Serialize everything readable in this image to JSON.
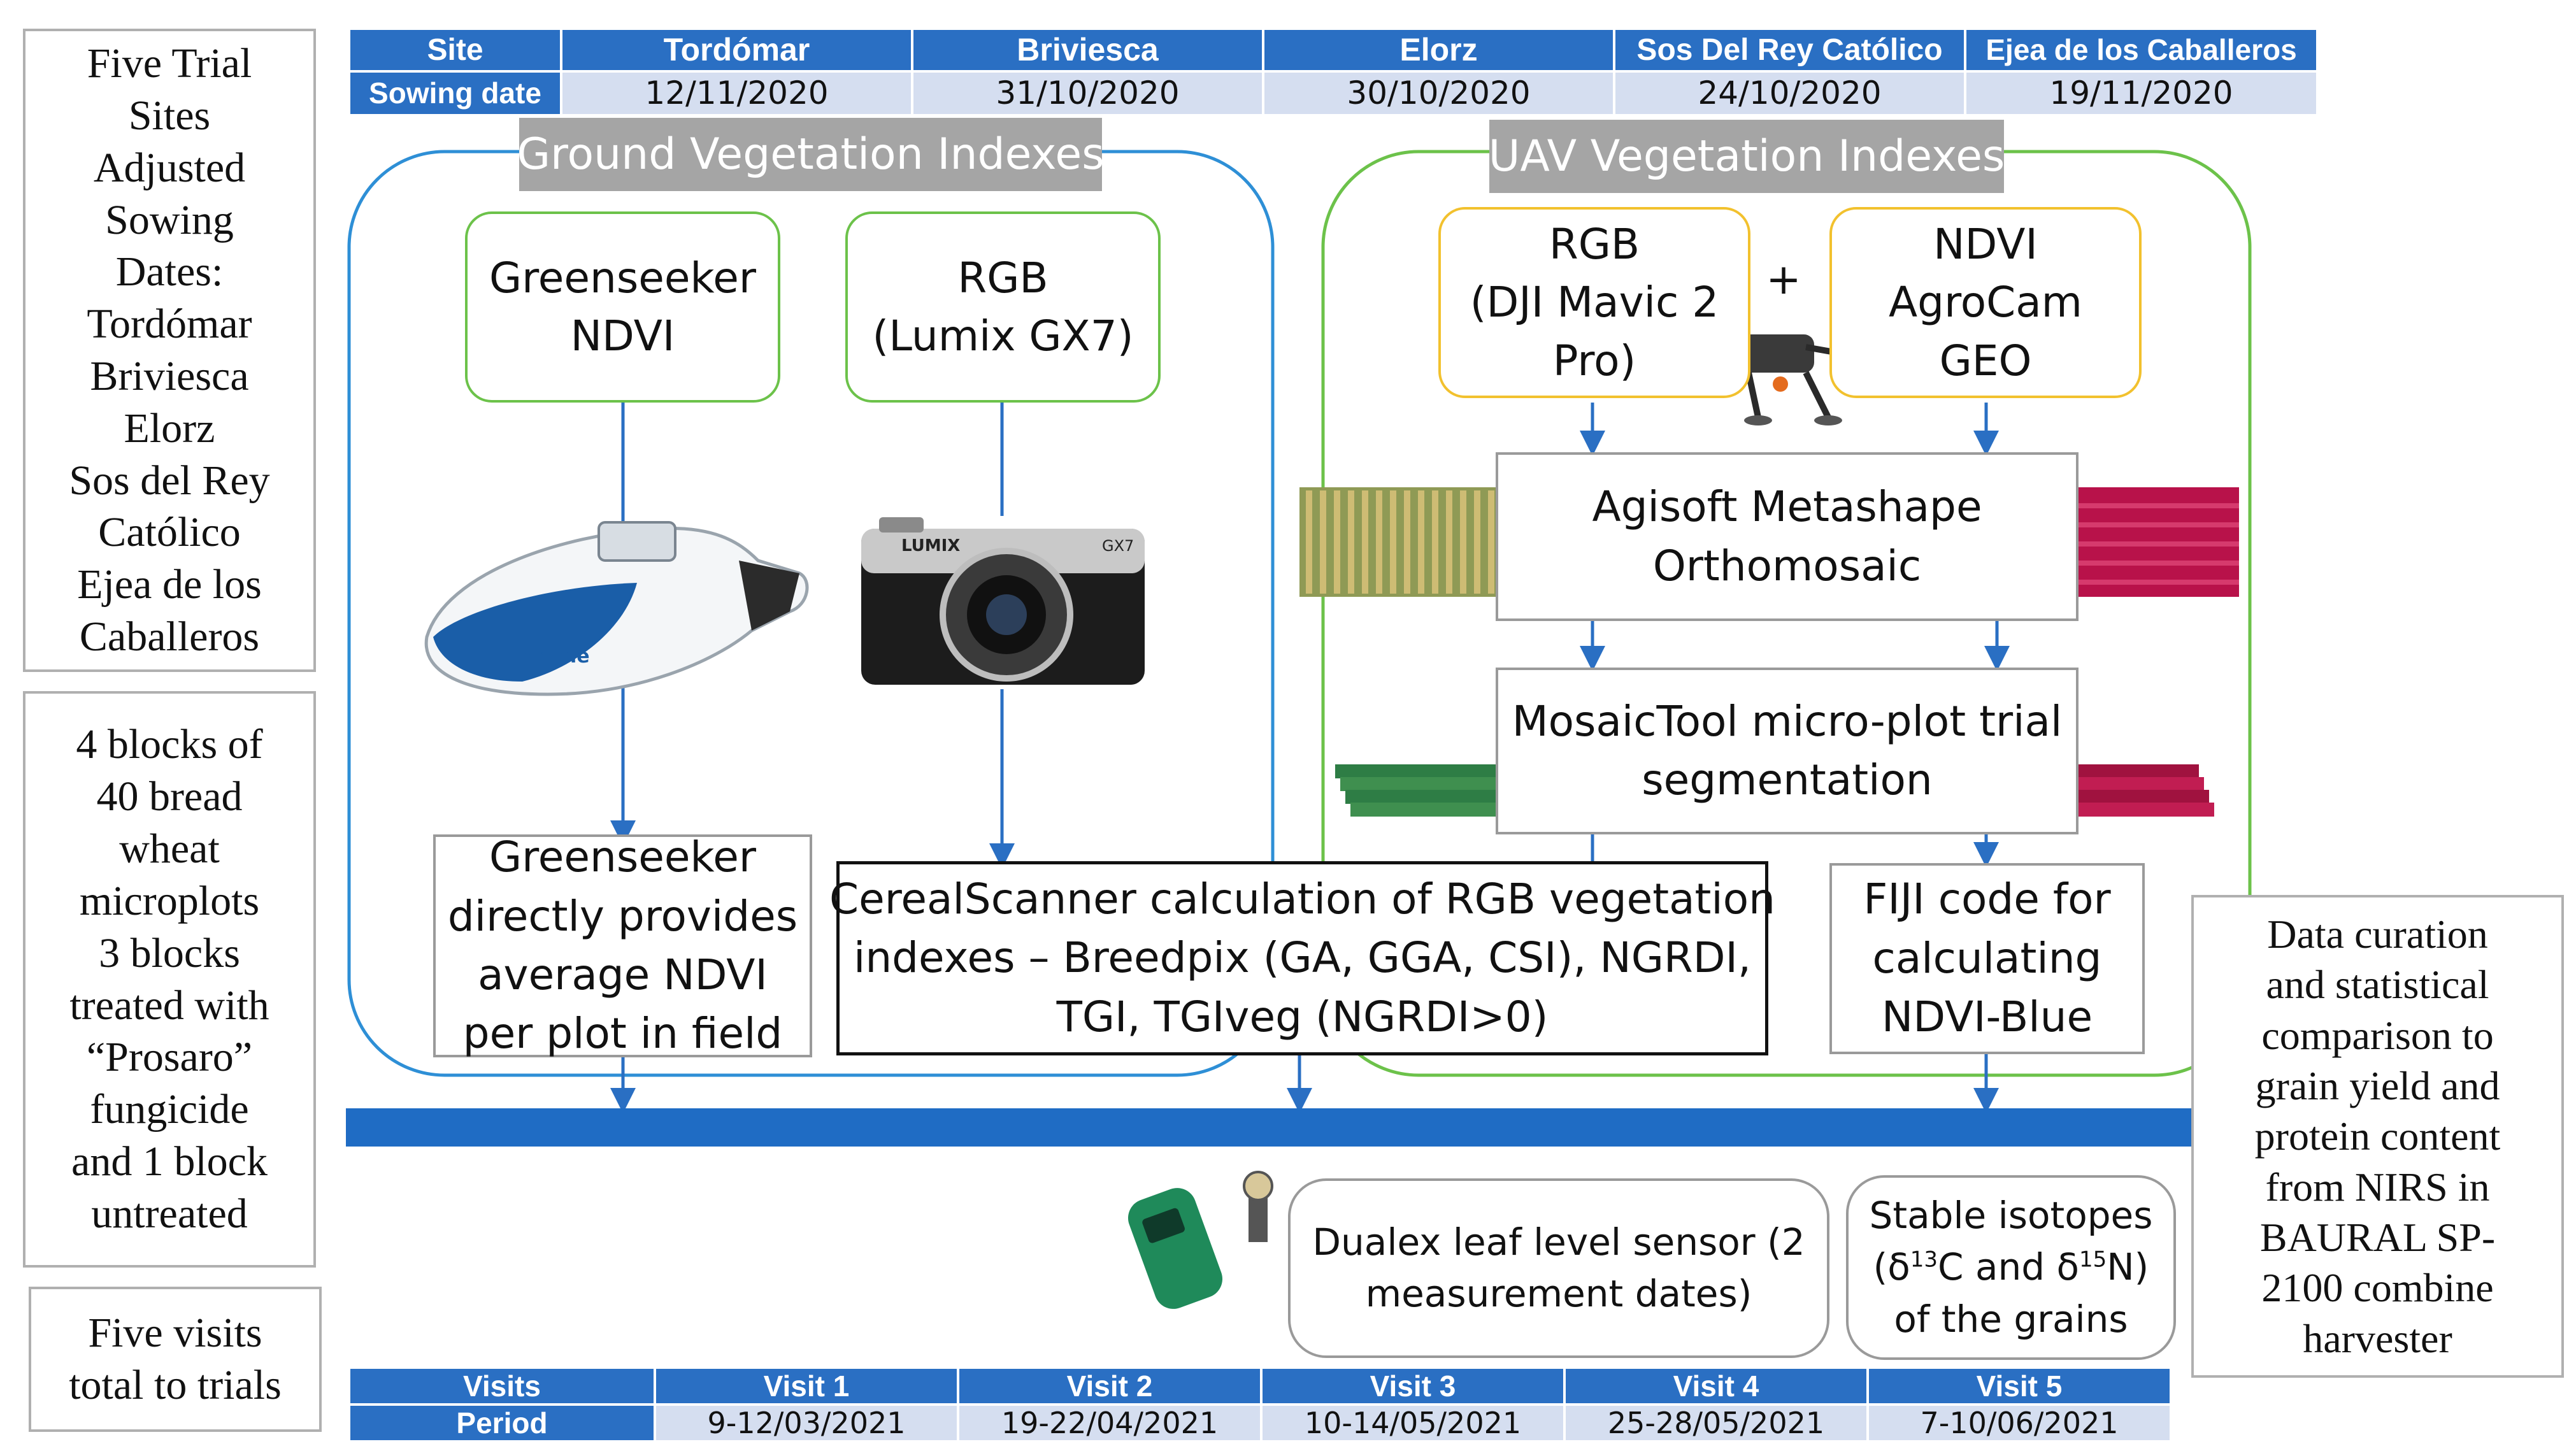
{
  "site_table": {
    "header_label": "Site",
    "date_label": "Sowing date",
    "sites": [
      "Tordómar",
      "Briviesca",
      "Elorz",
      "Sos Del Rey Católico",
      "Ejea de los Caballeros"
    ],
    "dates": [
      "12/11/2020",
      "31/10/2020",
      "30/10/2020",
      "24/10/2020",
      "19/11/2020"
    ]
  },
  "left_panels": {
    "sites_lines": [
      "Five Trial",
      "Sites",
      "Adjusted",
      "Sowing",
      "Dates:",
      "Tordómar",
      "Briviesca",
      "Elorz",
      "Sos del Rey",
      "Católico",
      "Ejea de los",
      "Caballeros"
    ],
    "blocks_lines": [
      "4 blocks of",
      "40 bread",
      "wheat",
      "microplots",
      "3 blocks",
      "treated with",
      "“Prosaro”",
      "fungicide",
      "and 1 block",
      "untreated"
    ],
    "visits_lines": [
      "Five visits",
      "total to trials"
    ]
  },
  "ground": {
    "label": "Ground Vegetation Indexes",
    "greenseeker_lines": [
      "Greenseeker",
      "NDVI"
    ],
    "rgb_lines": [
      "RGB",
      "(Lumix GX7)"
    ],
    "greenseeker_result_lines": [
      "Greenseeker",
      "directly provides",
      "average NDVI",
      "per plot in field"
    ],
    "device_brand": "Trimble",
    "camera_brand": "LUMIX",
    "camera_model": "GX7"
  },
  "uav": {
    "label": "UAV Vegetation Indexes",
    "rgb_lines": [
      "RGB",
      "(DJI Mavic 2",
      "Pro)"
    ],
    "plus": "+",
    "ndvi_lines": [
      "NDVI",
      "AgroCam",
      "GEO"
    ],
    "agisoft_lines": [
      "Agisoft Metashape",
      "Orthomosaic"
    ],
    "mosaictool_lines": [
      "MosaicTool micro-plot trial",
      "segmentation"
    ],
    "fiji_lines": [
      "FIJI code for",
      "calculating",
      "NDVI-Blue"
    ]
  },
  "cerealscanner_lines": [
    "CerealScanner calculation of RGB vegetation",
    "indexes – Breedpix (GA, GGA, CSI), NGRDI,",
    "TGI, TGIveg (NGRDI>0)"
  ],
  "data_curation_lines": [
    "Data curation",
    "and statistical",
    "comparison to",
    "grain yield and",
    "protein content",
    "from NIRS in",
    "BAURAL SP-",
    "2100 combine",
    "harvester"
  ],
  "dualex_lines": [
    "Dualex leaf level sensor (2",
    "measurement dates)"
  ],
  "isotopes": {
    "line1": "Stable isotopes",
    "open": "(δ",
    "c_sup": "13",
    "c_mid": "C and δ",
    "n_sup": "15",
    "n_end": "N)",
    "line3": "of the grains"
  },
  "visits_table": {
    "header_label": "Visits",
    "period_label": "Period",
    "visits": [
      "Visit 1",
      "Visit 2",
      "Visit 3",
      "Visit 4",
      "Visit 5"
    ],
    "periods": [
      "9-12/03/2021",
      "19-22/04/2021",
      "10-14/05/2021",
      "25-28/05/2021",
      "7-10/06/2021"
    ]
  },
  "colors": {
    "table_header": "#2a6fc3",
    "table_cell": "#d5def0",
    "ground_frame": "#2e8fd6",
    "uav_frame": "#6cc24a",
    "uav_sensor_border": "#f2c12e",
    "timeline_arrow": "#1f6cc4",
    "section_label_bg": "#a5a5a5"
  }
}
